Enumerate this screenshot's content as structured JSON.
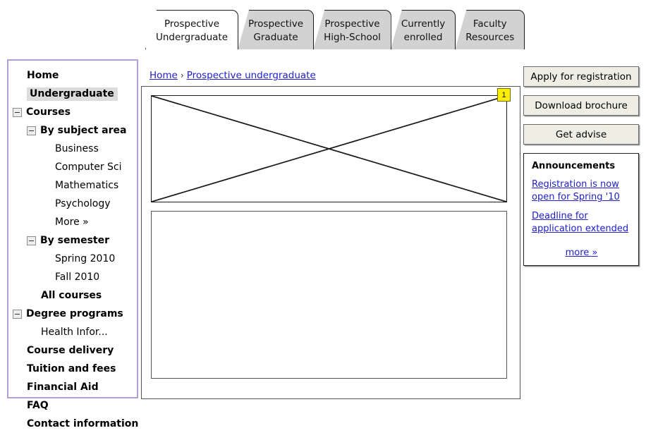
{
  "tabs": [
    {
      "line1": "Prospective",
      "line2": "Undergraduate",
      "active": true
    },
    {
      "line1": "Prospective",
      "line2": "Graduate",
      "active": false
    },
    {
      "line1": "Prospective",
      "line2": "High-School",
      "active": false
    },
    {
      "line1": "Currently",
      "line2": "enrolled",
      "active": false
    },
    {
      "line1": "Faculty",
      "line2": "Resources",
      "active": false
    }
  ],
  "sidebar": {
    "items": [
      {
        "label": "Home",
        "indent": 1,
        "bold": true,
        "expander": false,
        "selected": false
      },
      {
        "label": "Undergraduate",
        "indent": 1,
        "bold": true,
        "expander": false,
        "selected": true
      },
      {
        "label": "Courses",
        "indent": 0,
        "bold": true,
        "expander": true,
        "selected": false
      },
      {
        "label": "By subject area",
        "indent": 1,
        "bold": true,
        "expander": true,
        "selected": false
      },
      {
        "label": "Business",
        "indent": 3,
        "bold": false,
        "expander": false,
        "selected": false
      },
      {
        "label": "Computer Sci",
        "indent": 3,
        "bold": false,
        "expander": false,
        "selected": false
      },
      {
        "label": "Mathematics",
        "indent": 3,
        "bold": false,
        "expander": false,
        "selected": false
      },
      {
        "label": "Psychology",
        "indent": 3,
        "bold": false,
        "expander": false,
        "selected": false
      },
      {
        "label": "More »",
        "indent": 3,
        "bold": false,
        "expander": false,
        "selected": false
      },
      {
        "label": "By semester",
        "indent": 1,
        "bold": true,
        "expander": true,
        "selected": false
      },
      {
        "label": "Spring 2010",
        "indent": 3,
        "bold": false,
        "expander": false,
        "selected": false
      },
      {
        "label": "Fall 2010",
        "indent": 3,
        "bold": false,
        "expander": false,
        "selected": false
      },
      {
        "label": "All courses",
        "indent": 2,
        "bold": true,
        "expander": false,
        "selected": false
      },
      {
        "label": "Degree programs",
        "indent": 0,
        "bold": true,
        "expander": true,
        "selected": false
      },
      {
        "label": "Health Infor...",
        "indent": 2,
        "bold": false,
        "expander": false,
        "selected": false
      },
      {
        "label": "Course delivery",
        "indent": 1,
        "bold": true,
        "expander": false,
        "selected": false
      },
      {
        "label": "Tuition and fees",
        "indent": 1,
        "bold": true,
        "expander": false,
        "selected": false
      },
      {
        "label": "Financial Aid",
        "indent": 1,
        "bold": true,
        "expander": false,
        "selected": false
      },
      {
        "label": "FAQ",
        "indent": 1,
        "bold": true,
        "expander": false,
        "selected": false
      },
      {
        "label": "Contact information",
        "indent": 1,
        "bold": true,
        "expander": false,
        "selected": false
      }
    ]
  },
  "breadcrumb": {
    "home": "Home",
    "separator": "›",
    "current": "Prospective undergraduate"
  },
  "main": {
    "image_placeholder_badge": "1"
  },
  "rail": {
    "buttons": [
      {
        "label": "Apply for registration"
      },
      {
        "label": "Download brochure"
      },
      {
        "label": "Get advise"
      }
    ],
    "announcements": {
      "title": "Announcements",
      "links": [
        "Registration is now open for Spring '10",
        "Deadline for application extended"
      ],
      "more_label": "more »"
    }
  },
  "colors": {
    "sidebar_border": "#b59fdb",
    "tab_inactive": "#d2d2d2",
    "tab_active": "#ffffff",
    "button_face": "#eeeee4",
    "link": "#2020cc",
    "badge": "#ffee00",
    "selected_highlight": "#dcdcdc"
  }
}
